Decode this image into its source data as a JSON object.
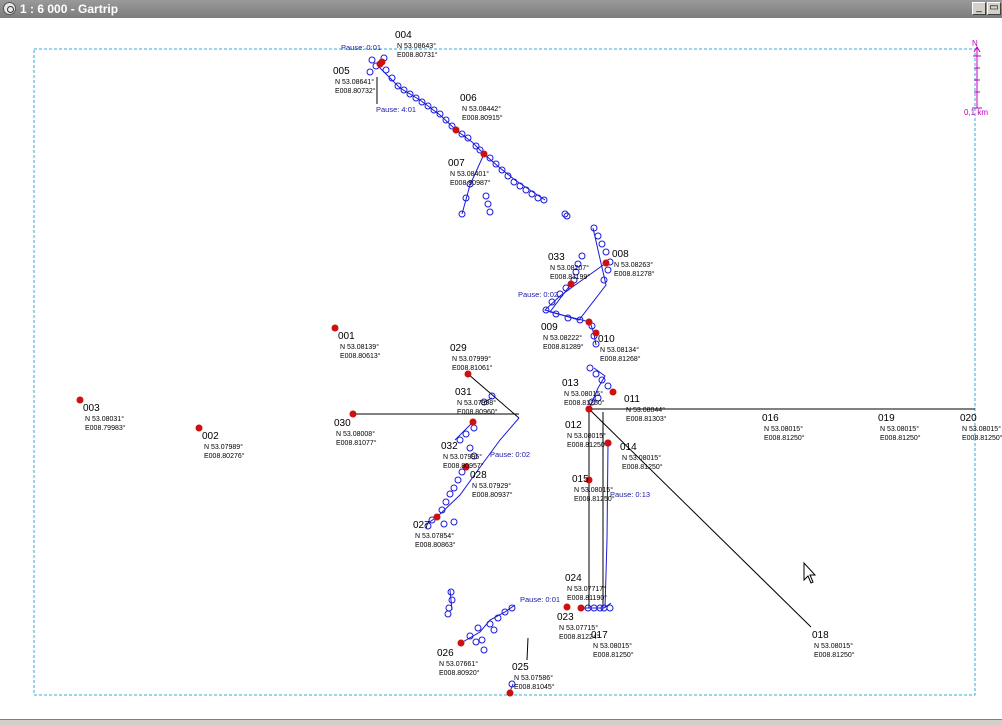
{
  "window": {
    "title": "1 : 6 000 - Gartrip",
    "minimize_label": "_",
    "restore_label": "▭"
  },
  "colors": {
    "track": "#1a1ad8",
    "waypoint": "#cc1111",
    "frame": "#33aadd",
    "scale": "#c000c0"
  },
  "scale_bar": {
    "north_label": "N",
    "distance_label": "0,1 km"
  },
  "waypoints": [
    {
      "id": "001",
      "lat": "N 53.08139°",
      "lon": "E008.80613°"
    },
    {
      "id": "002",
      "lat": "N 53.07989°",
      "lon": "E008.80276°"
    },
    {
      "id": "003",
      "lat": "N 53.08031°",
      "lon": "E008.79983°"
    },
    {
      "id": "004",
      "lat": "N 53.08643°",
      "lon": "E008.80731°"
    },
    {
      "id": "005",
      "lat": "N 53.08641°",
      "lon": "E008.80732°"
    },
    {
      "id": "006",
      "lat": "N 53.08442°",
      "lon": "E008.80915°"
    },
    {
      "id": "007",
      "lat": "N 53.08401°",
      "lon": "E008.80987°"
    },
    {
      "id": "008",
      "lat": "N 53.08263°",
      "lon": "E008.81278°"
    },
    {
      "id": "009",
      "lat": "N 53.08222°",
      "lon": "E008.81289°"
    },
    {
      "id": "010",
      "lat": "N 53.08134°",
      "lon": "E008.81268°"
    },
    {
      "id": "011",
      "lat": "N 53.08044°",
      "lon": "E008.81303°"
    },
    {
      "id": "012",
      "lat": "N 53.08015°",
      "lon": "E008.81250°"
    },
    {
      "id": "013",
      "lat": "N 53.08015°",
      "lon": "E008.81250°"
    },
    {
      "id": "014",
      "lat": "N 53.08015°",
      "lon": "E008.81250°"
    },
    {
      "id": "015",
      "lat": "N 53.08015°",
      "lon": "E008.81250°"
    },
    {
      "id": "016",
      "lat": "N 53.08015°",
      "lon": "E008.81250°"
    },
    {
      "id": "017",
      "lat": "N 53.08015°",
      "lon": "E008.81250°"
    },
    {
      "id": "018",
      "lat": "N 53.08015°",
      "lon": "E008.81250°"
    },
    {
      "id": "019",
      "lat": "N 53.08015°",
      "lon": "E008.81250°"
    },
    {
      "id": "020",
      "lat": "N 53.08015°",
      "lon": "E008.81250°"
    },
    {
      "id": "023",
      "lat": "N 53.07715°",
      "lon": "E008.81224°"
    },
    {
      "id": "024",
      "lat": "N 53.07717°",
      "lon": "E008.81190°"
    },
    {
      "id": "025",
      "lat": "N 53.07586°",
      "lon": "E008.81045°"
    },
    {
      "id": "026",
      "lat": "N 53.07661°",
      "lon": "E008.80920°"
    },
    {
      "id": "027",
      "lat": "N 53.07854°",
      "lon": "E008.80863°"
    },
    {
      "id": "028",
      "lat": "N 53.07929°",
      "lon": "E008.80937°"
    },
    {
      "id": "029",
      "lat": "N 53.07999°",
      "lon": "E008.81061°"
    },
    {
      "id": "030",
      "lat": "N 53.08008°",
      "lon": "E008.81077°"
    },
    {
      "id": "031",
      "lat": "N 53.07998°",
      "lon": "E008.80960°"
    },
    {
      "id": "032",
      "lat": "N 53.07995°",
      "lon": "E008.80957°"
    },
    {
      "id": "033",
      "lat": "N 53.08207°",
      "lon": "E008.81199°"
    }
  ],
  "pauses": [
    "Pause: 0:01",
    "Pause: 4:01",
    "Pause: 0:02",
    "Pause: 0:02",
    "Pause: 0:13",
    "Pause: 0:01"
  ]
}
